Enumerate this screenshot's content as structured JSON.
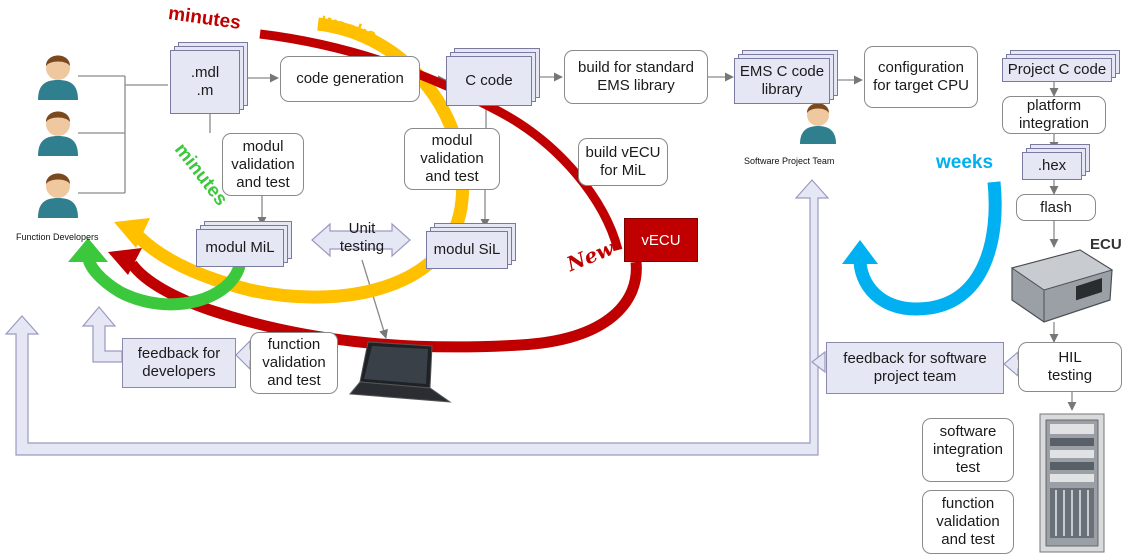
{
  "actors": {
    "function_developers": "Function Developers",
    "software_project_team": "Software Project Team"
  },
  "loops": {
    "minutes_red": "minutes",
    "weeks_yellow": "weeks",
    "minutes_green": "minutes",
    "weeks_blue": "weeks",
    "new_tag": "New"
  },
  "nodes": {
    "mdl": ".mdl\n.m",
    "code_generation": "code generation",
    "c_code": "C code",
    "build_standard": "build for standard\nEMS library",
    "ems_library": "EMS C code\nlibrary",
    "configuration": "configuration\nfor target CPU",
    "project_c_code": "Project C code",
    "platform_integration": "platform\nintegration",
    "hex": ".hex",
    "flash": "flash",
    "ecu_label": "ECU",
    "modul_validation_1": "modul\nvalidation\nand test",
    "modul_validation_2": "modul\nvalidation\nand test",
    "build_vecu": "build vECU\nfor MiL",
    "vecu": "vECU",
    "modul_mil": "modul MiL",
    "unit_testing": "Unit\ntesting",
    "modul_sil": "modul SiL",
    "feedback_developers": "feedback for\ndevelopers",
    "function_validation": "function\nvalidation\nand test",
    "feedback_software": "feedback for software\nproject team",
    "hil_testing": "HIL\ntesting",
    "software_integration": "software\nintegration\ntest",
    "function_validation_2": "function\nvalidation\nand test"
  },
  "colors": {
    "red_loop": "#c00000",
    "yellow_loop": "#ffc000",
    "green_loop": "#3cc83c",
    "blue_loop": "#00b0f0",
    "doc_fill": "#e6e7f5",
    "feedback_arrow": "#e6e7f5"
  }
}
